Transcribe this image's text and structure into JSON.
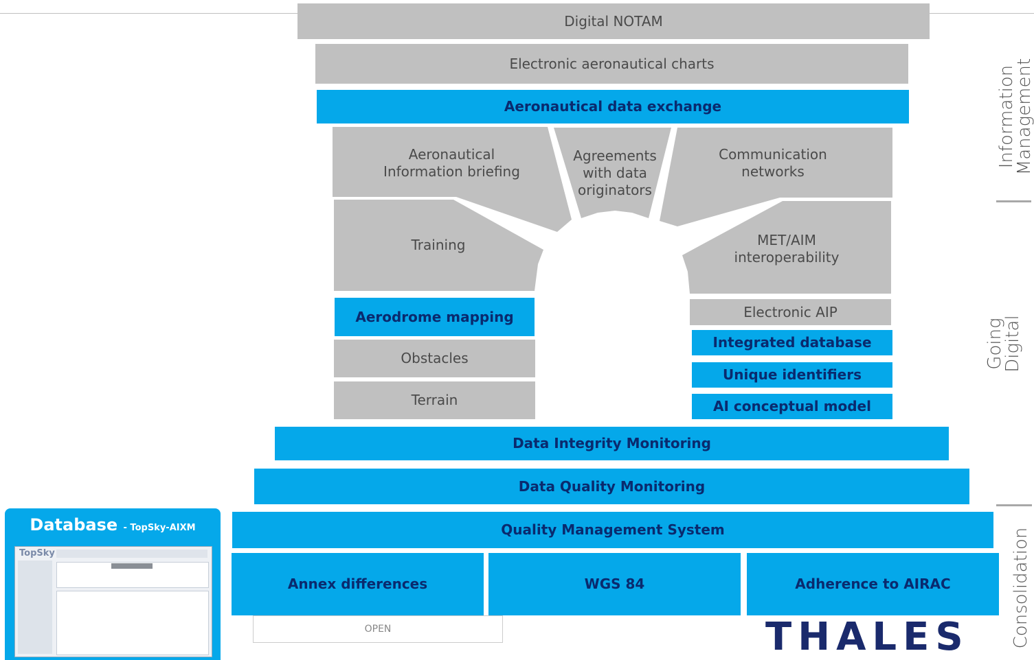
{
  "colors": {
    "gray": "#c0c0c0",
    "blue": "#05a8ea",
    "blue_text": "#0a2a6e",
    "gray_text": "#4a4a4a",
    "logo": "#1a2a6c"
  },
  "top": {
    "digital_notam": "Digital NOTAM",
    "charts": "Electronic aeronautical charts",
    "exchange": "Aeronautical data exchange"
  },
  "arch": {
    "briefing": [
      "Aeronautical",
      "Information briefing"
    ],
    "agreements": [
      "Agreements",
      "with data",
      "originators"
    ],
    "networks": [
      "Communication",
      "networks"
    ],
    "training": "Training",
    "met": [
      "MET/AIM",
      "interoperability"
    ]
  },
  "left_pillar": {
    "aerodrome": "Aerodrome mapping",
    "obstacles": "Obstacles",
    "terrain": "Terrain"
  },
  "right_pillar": {
    "eaip": "Electronic AIP",
    "integrated": "Integrated database",
    "unique": "Unique identifiers",
    "ai_model": "AI conceptual model"
  },
  "base": {
    "integrity": "Data Integrity Monitoring",
    "quality_monitoring": "Data Quality Monitoring",
    "qms": "Quality Management System",
    "annex": "Annex differences",
    "wgs": "WGS 84",
    "airac": "Adherence to AIRAC"
  },
  "side_labels": {
    "info": [
      "Information",
      "Management"
    ],
    "digital": [
      "Going",
      "Digital"
    ],
    "consolidation": "Consolidation"
  },
  "database": {
    "title": "Database",
    "subtitle": "- TopSky-AIXM",
    "thumb_brand": "TopSky"
  },
  "footer": {
    "open_label": "OPEN",
    "logo": "THALES"
  }
}
